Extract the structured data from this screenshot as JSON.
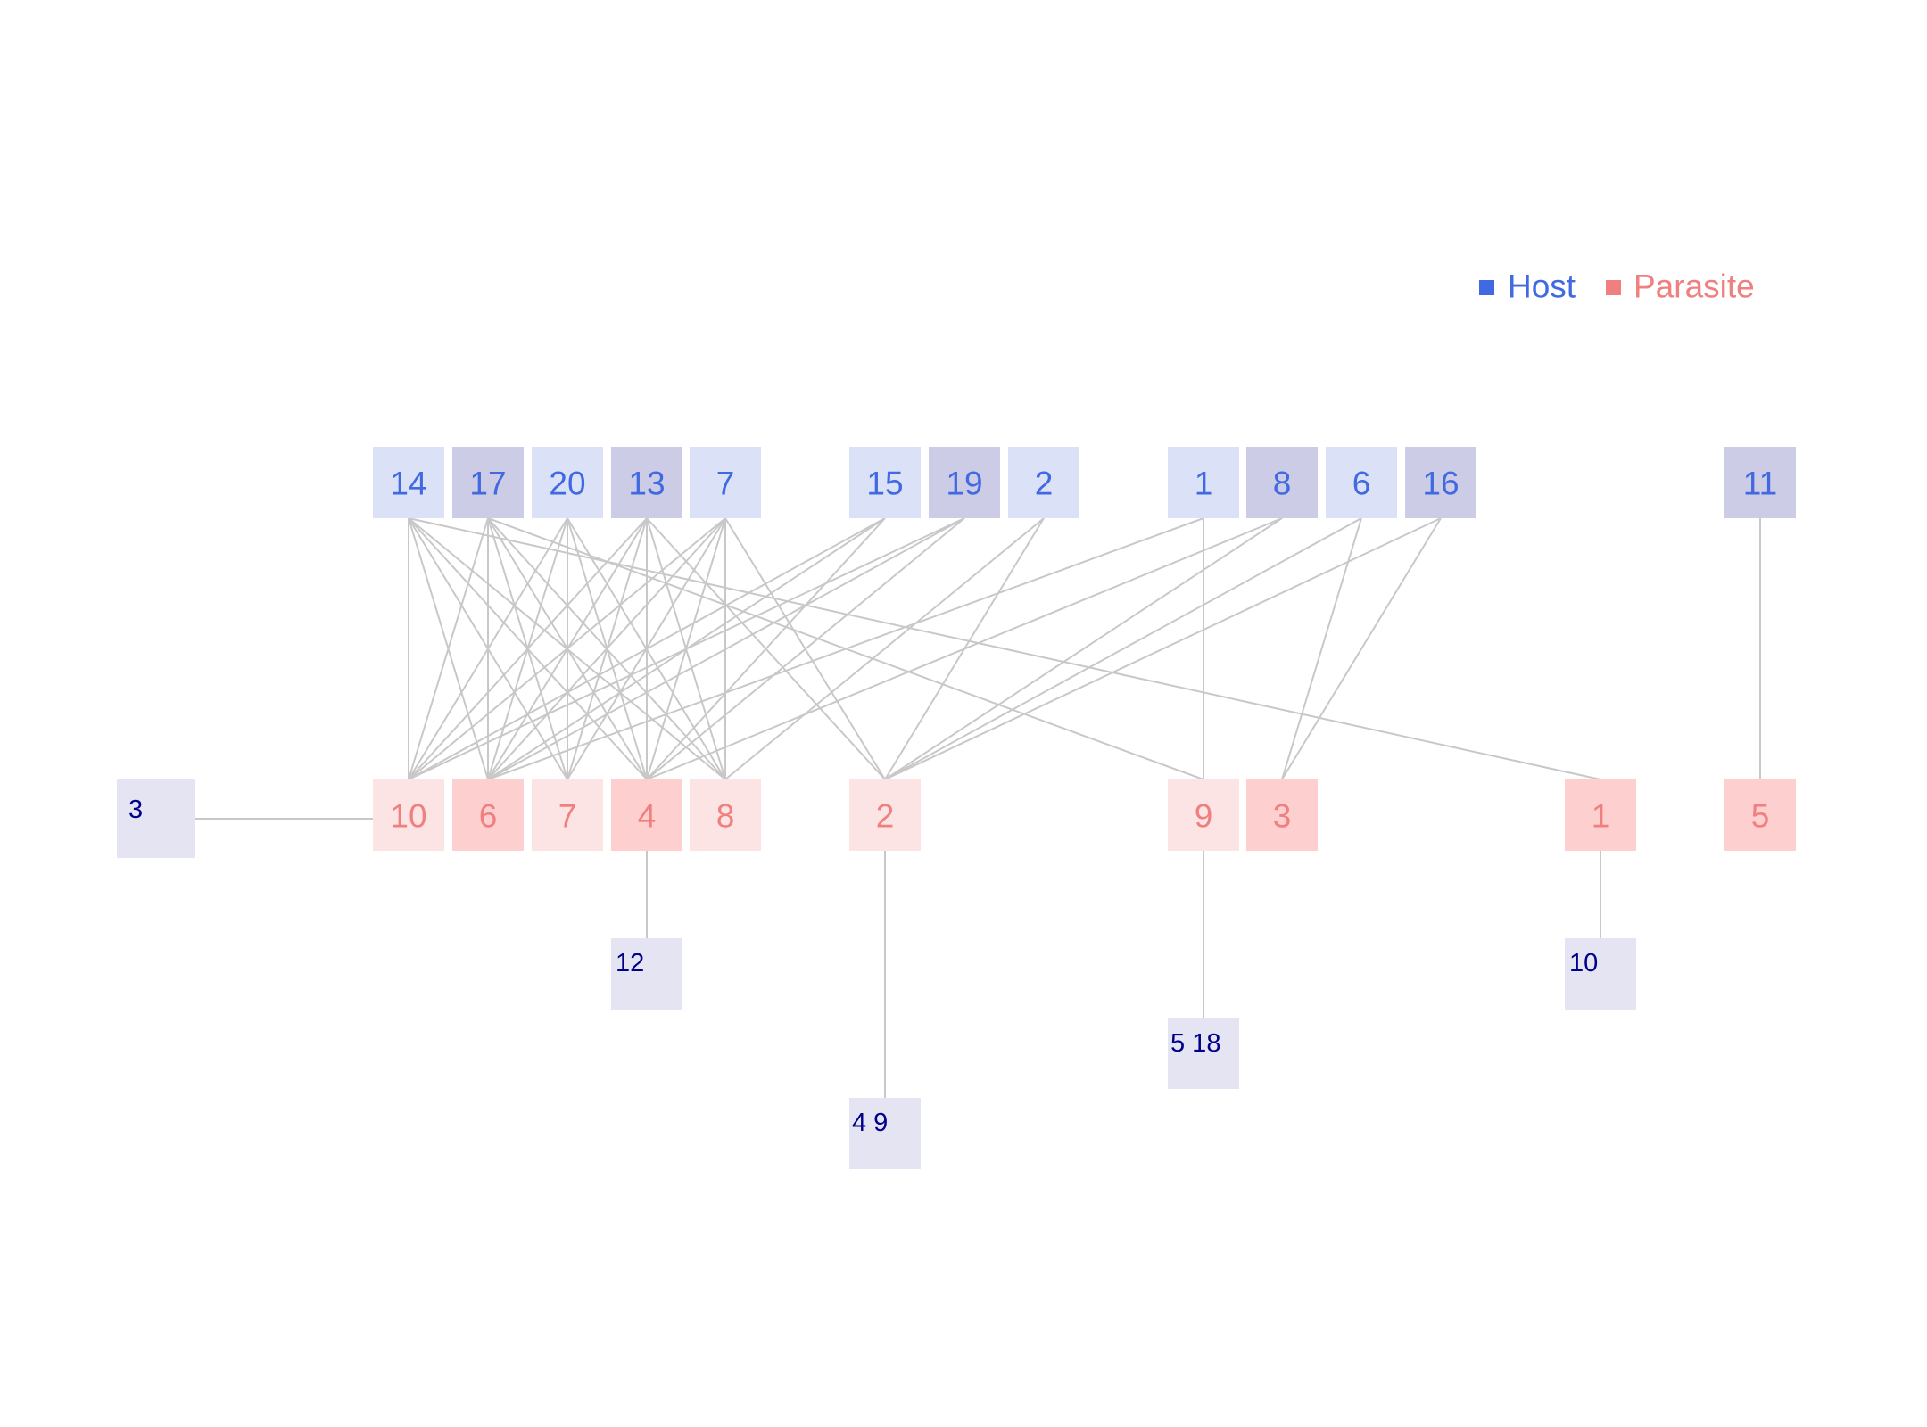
{
  "legend": {
    "host_label": "Host",
    "parasite_label": "Parasite",
    "host_color": "#4169e1",
    "parasite_color": "#f08080"
  },
  "colors": {
    "host_light": "#dbe2f8",
    "host_dark": "#cccce6",
    "parasite_light": "#fce4e4",
    "parasite_dark": "#fdcfcf",
    "aux_fill": "#e4e4f2",
    "aux_text": "#00008b",
    "edge": "#c8c8c8"
  },
  "hosts": [
    {
      "id": "h14",
      "label": "14",
      "shade": "light"
    },
    {
      "id": "h17",
      "label": "17",
      "shade": "dark"
    },
    {
      "id": "h20",
      "label": "20",
      "shade": "light"
    },
    {
      "id": "h13",
      "label": "13",
      "shade": "dark"
    },
    {
      "id": "h7",
      "label": "7",
      "shade": "light"
    },
    {
      "id": "h15",
      "label": "15",
      "shade": "light"
    },
    {
      "id": "h19",
      "label": "19",
      "shade": "dark"
    },
    {
      "id": "h2",
      "label": "2",
      "shade": "light"
    },
    {
      "id": "h1",
      "label": "1",
      "shade": "light"
    },
    {
      "id": "h8",
      "label": "8",
      "shade": "dark"
    },
    {
      "id": "h6",
      "label": "6",
      "shade": "light"
    },
    {
      "id": "h16",
      "label": "16",
      "shade": "dark"
    },
    {
      "id": "h11",
      "label": "11",
      "shade": "dark"
    }
  ],
  "parasites": [
    {
      "id": "p10",
      "label": "10",
      "shade": "light"
    },
    {
      "id": "p6",
      "label": "6",
      "shade": "dark"
    },
    {
      "id": "p7",
      "label": "7",
      "shade": "light"
    },
    {
      "id": "p4",
      "label": "4",
      "shade": "dark"
    },
    {
      "id": "p8",
      "label": "8",
      "shade": "light"
    },
    {
      "id": "p2",
      "label": "2",
      "shade": "light"
    },
    {
      "id": "p9",
      "label": "9",
      "shade": "light"
    },
    {
      "id": "p3",
      "label": "3",
      "shade": "dark"
    },
    {
      "id": "p1",
      "label": "1",
      "shade": "dark"
    },
    {
      "id": "p5",
      "label": "5",
      "shade": "dark"
    }
  ],
  "aux_boxes": [
    {
      "id": "a3",
      "label": "3",
      "attached_to": "p10"
    },
    {
      "id": "a12",
      "label": "12",
      "attached_to": "p4"
    },
    {
      "id": "a49",
      "label": "4 9",
      "attached_to": "p2"
    },
    {
      "id": "a518",
      "label": "5 18",
      "attached_to": "p9"
    },
    {
      "id": "a10",
      "label": "10",
      "attached_to": "p1"
    }
  ],
  "edges": [
    [
      "h14",
      "p10"
    ],
    [
      "h14",
      "p6"
    ],
    [
      "h14",
      "p7"
    ],
    [
      "h14",
      "p4"
    ],
    [
      "h14",
      "p8"
    ],
    [
      "h14",
      "p1"
    ],
    [
      "h17",
      "p10"
    ],
    [
      "h17",
      "p6"
    ],
    [
      "h17",
      "p7"
    ],
    [
      "h17",
      "p4"
    ],
    [
      "h17",
      "p8"
    ],
    [
      "h17",
      "p9"
    ],
    [
      "h20",
      "p10"
    ],
    [
      "h20",
      "p6"
    ],
    [
      "h20",
      "p7"
    ],
    [
      "h20",
      "p4"
    ],
    [
      "h20",
      "p8"
    ],
    [
      "h13",
      "p10"
    ],
    [
      "h13",
      "p6"
    ],
    [
      "h13",
      "p7"
    ],
    [
      "h13",
      "p4"
    ],
    [
      "h13",
      "p8"
    ],
    [
      "h13",
      "p2"
    ],
    [
      "h7",
      "p10"
    ],
    [
      "h7",
      "p6"
    ],
    [
      "h7",
      "p7"
    ],
    [
      "h7",
      "p4"
    ],
    [
      "h7",
      "p8"
    ],
    [
      "h7",
      "p2"
    ],
    [
      "h15",
      "p10"
    ],
    [
      "h15",
      "p6"
    ],
    [
      "h15",
      "p4"
    ],
    [
      "h19",
      "p10"
    ],
    [
      "h19",
      "p6"
    ],
    [
      "h19",
      "p4"
    ],
    [
      "h2",
      "p8"
    ],
    [
      "h2",
      "p2"
    ],
    [
      "h1",
      "p6"
    ],
    [
      "h1",
      "p9"
    ],
    [
      "h8",
      "p2"
    ],
    [
      "h8",
      "p4"
    ],
    [
      "h6",
      "p2"
    ],
    [
      "h6",
      "p3"
    ],
    [
      "h16",
      "p2"
    ],
    [
      "h16",
      "p3"
    ],
    [
      "h11",
      "p5"
    ]
  ]
}
